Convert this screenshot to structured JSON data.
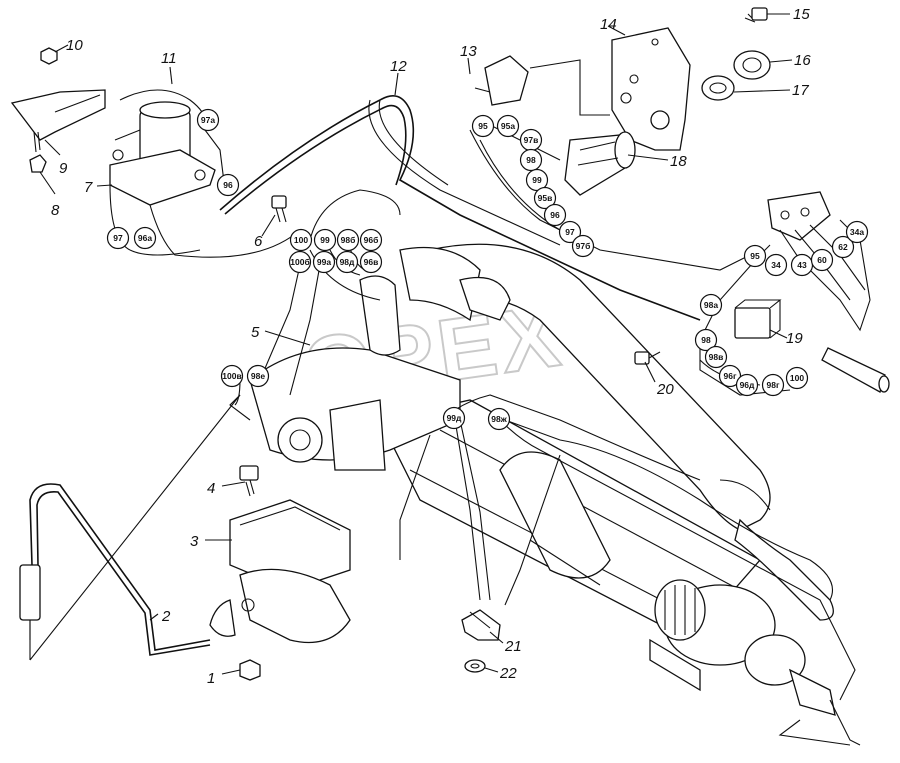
{
  "diagram": {
    "watermark": "ОРЕХ",
    "callouts": [
      "1",
      "2",
      "3",
      "4",
      "5",
      "6",
      "7",
      "8",
      "9",
      "10",
      "11",
      "12",
      "13",
      "14",
      "15",
      "16",
      "17",
      "18",
      "19",
      "20",
      "21",
      "22"
    ],
    "wire_tags": {
      "t97a": "97а",
      "t96_top": "96",
      "t97": "97",
      "t96a": "96а",
      "t100": "100",
      "t99": "99",
      "t98b": "98б",
      "t96b": "96б",
      "t100b": "100б",
      "t99a": "99а",
      "t98d": "98д",
      "t96v": "96в",
      "t95": "95",
      "t95a": "95а",
      "t97v": "97в",
      "t98": "98",
      "t99_mid": "99",
      "t95v": "95в",
      "t96_mid": "96",
      "t97_mid": "97",
      "t97b": "97б",
      "t95_right": "95",
      "t34": "34",
      "t43": "43",
      "t60": "60",
      "t62": "62",
      "t34a": "34а",
      "t98a": "98а",
      "t98_right": "98",
      "t98v": "98в",
      "t96g": "96г",
      "t96d": "96д",
      "t98g": "98г",
      "t100_right": "100",
      "t100v": "100в",
      "t98e": "98е",
      "t99d": "99д",
      "t98z": "98ж"
    }
  }
}
